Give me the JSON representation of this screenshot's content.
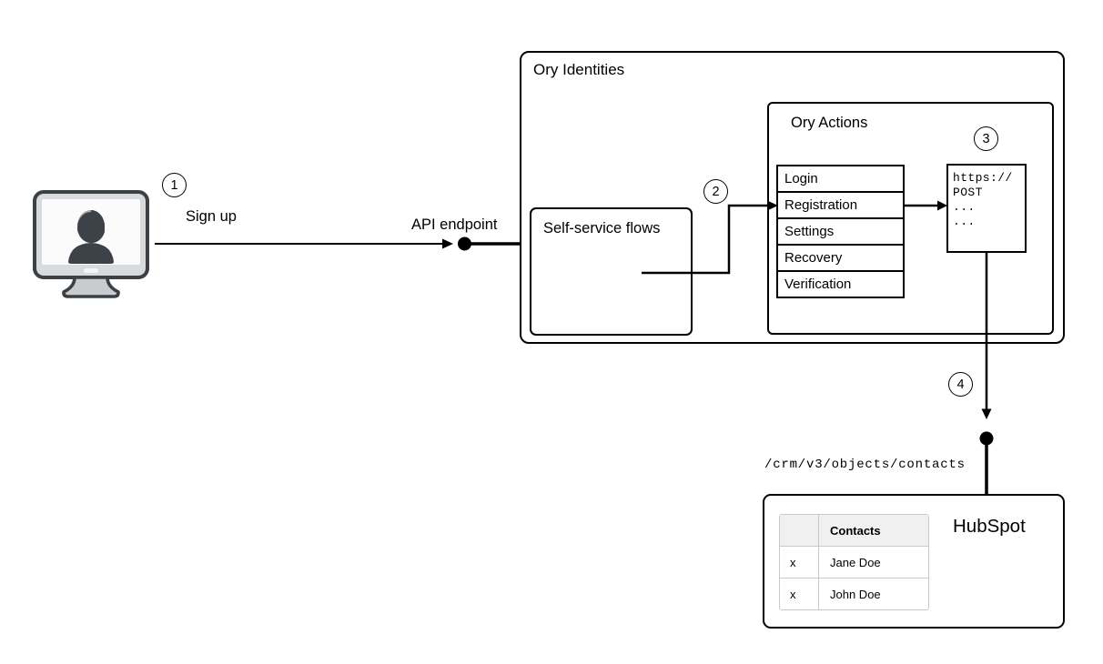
{
  "colors": {
    "stroke": "#000000",
    "table_header_bg": "#f0f0f1",
    "table_border": "#c9c9c9",
    "monitor_frame": "#d9dadb",
    "monitor_screen": "#fbfbfc",
    "silhouette": "#3c4247",
    "silhouette_highlight": "#a7abaf",
    "stand_fill": "#c9cbcd",
    "icon_stroke": "#3b4045"
  },
  "steps": [
    {
      "number": "1"
    },
    {
      "number": "2"
    },
    {
      "number": "3"
    },
    {
      "number": "4"
    }
  ],
  "labels": {
    "sign_up": "Sign up",
    "api_endpoint": "API endpoint",
    "crm_path": "/crm/v3/objects/contacts"
  },
  "ory_identities": {
    "title": "Ory Identities"
  },
  "self_service": {
    "title": "Self-service flows"
  },
  "ory_actions": {
    "title": "Ory Actions",
    "flows": [
      "Login",
      "Registration",
      "Settings",
      "Recovery",
      "Verification"
    ]
  },
  "code_box": {
    "lines": [
      "https://",
      "POST",
      "...",
      "..."
    ]
  },
  "hubspot": {
    "title": "HubSpot",
    "table": {
      "header": "Contacts",
      "rows": [
        {
          "mark": "x",
          "name": "Jane Doe"
        },
        {
          "mark": "x",
          "name": "John Doe"
        }
      ]
    }
  },
  "icons": {
    "user_terminal": "monitor-with-user-silhouette"
  }
}
